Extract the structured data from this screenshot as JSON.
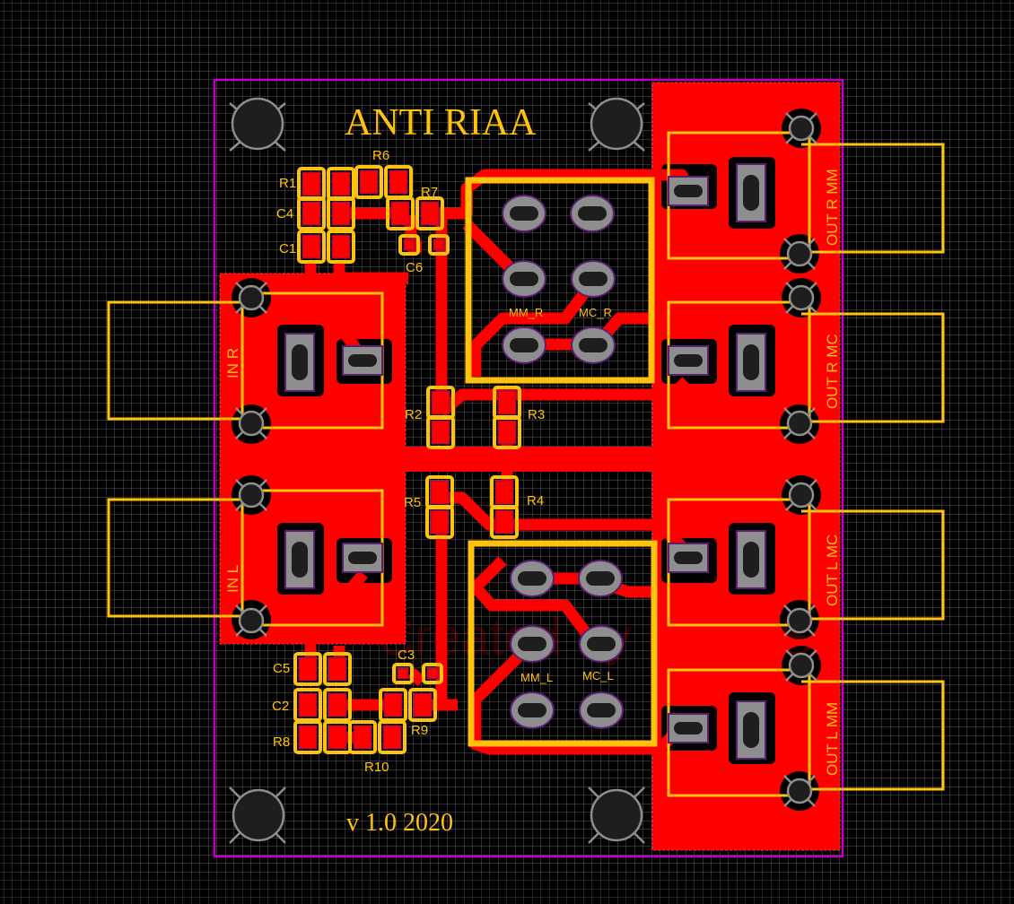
{
  "board": {
    "title": "ANTI RIAA",
    "version": "v 1.0 2020",
    "watermark": "Created by Paint.S"
  },
  "colors": {
    "background": "#000000",
    "grid": "#5a5a5a",
    "copper": "#ff0000",
    "silkscreen": "#ffc20e",
    "outline": "#c000c0",
    "pad": "#8e8e8e",
    "hole": "#1e1e1e",
    "pad_edge": "#5a1f6e"
  },
  "components": {
    "resistors": [
      "R1",
      "R2",
      "R3",
      "R4",
      "R5",
      "R6",
      "R7",
      "R8",
      "R9",
      "R10"
    ],
    "capacitors": [
      "C1",
      "C2",
      "C3",
      "C4",
      "C5",
      "C6"
    ],
    "switches": [
      {
        "label_mm": "MM_R",
        "label_mc": "MC_R"
      },
      {
        "label_mm": "MM_L",
        "label_mc": "MC_L"
      }
    ],
    "connectors": {
      "in_r": "IN R",
      "in_l": "IN L",
      "out_r_mm": "OUT R MM",
      "out_r_mc": "OUT R MC",
      "out_l_mc": "OUT L MC",
      "out_l_mm": "OUT L MM"
    }
  },
  "labels": {
    "R1": "R1",
    "R2": "R2",
    "R3": "R3",
    "R4": "R4",
    "R5": "R5",
    "R6": "R6",
    "R7": "R7",
    "R8": "R8",
    "R9": "R9",
    "R10": "R10",
    "C1": "C1",
    "C2": "C2",
    "C3": "C3",
    "C4": "C4",
    "C5": "C5",
    "C6": "C6"
  }
}
